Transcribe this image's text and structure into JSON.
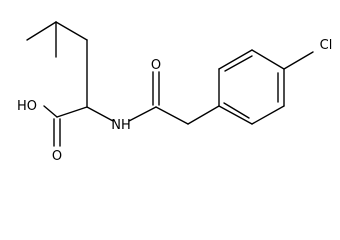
{
  "atoms": {
    "ho": "HO",
    "nh": "NH",
    "o_carbonyl": "O",
    "o_acid": "O",
    "cl": "Cl"
  },
  "colors": {
    "bond": "#000000",
    "background": "#ffffff"
  }
}
